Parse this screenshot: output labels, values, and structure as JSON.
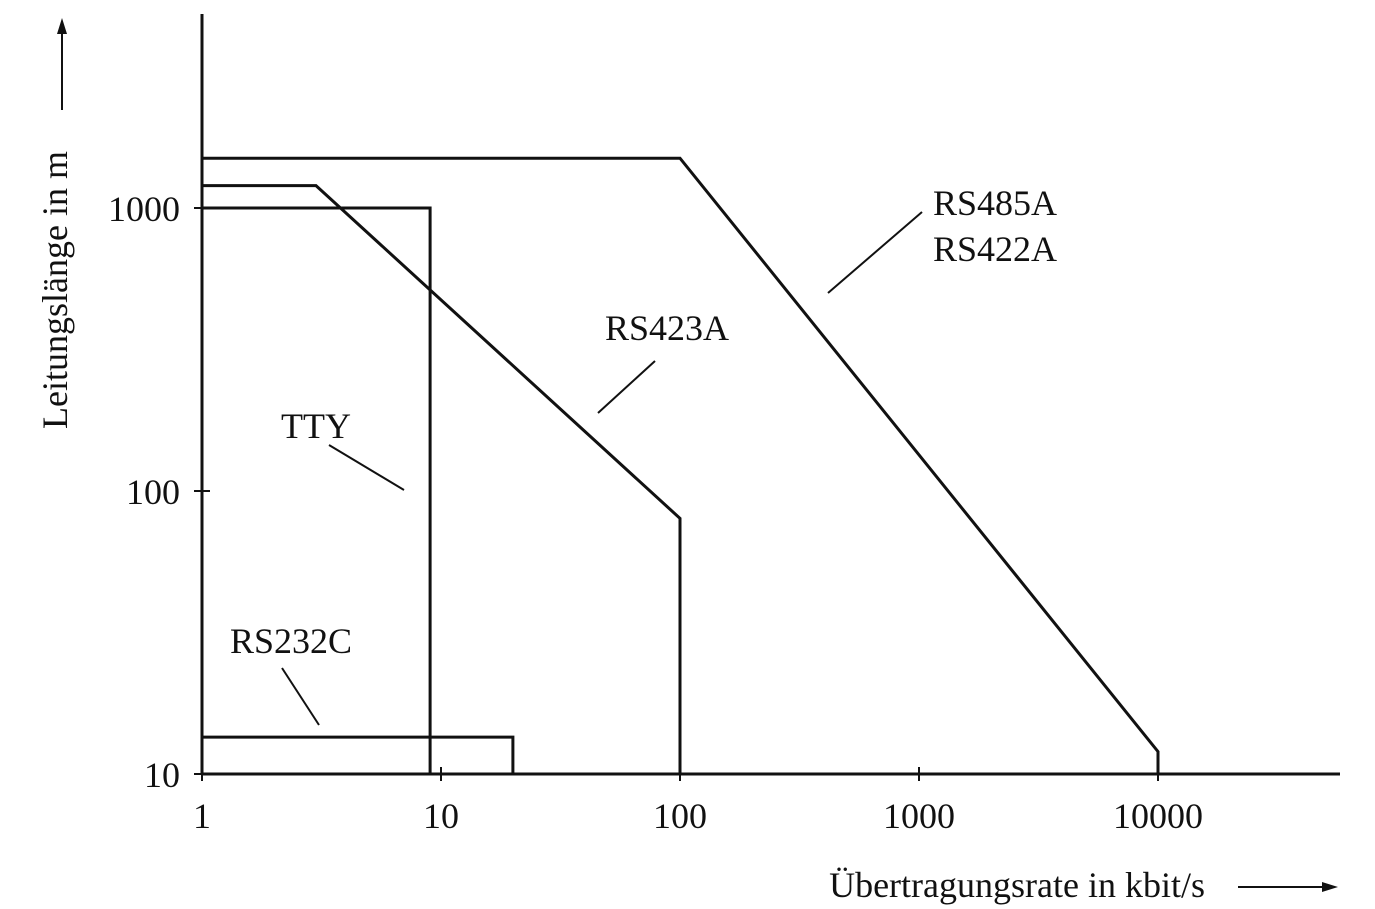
{
  "chart_data": {
    "type": "line",
    "xscale": "log",
    "yscale": "log",
    "xlabel": "Übertragungsrate in kbit/s",
    "ylabel": "Leitungslänge in m",
    "xticks": [
      {
        "value": 1,
        "label": "1"
      },
      {
        "value": 10,
        "label": "10"
      },
      {
        "value": 100,
        "label": "100"
      },
      {
        "value": 1000,
        "label": "1000"
      },
      {
        "value": 10000,
        "label": "10000"
      }
    ],
    "yticks": [
      {
        "value": 10,
        "label": "10"
      },
      {
        "value": 100,
        "label": "100"
      },
      {
        "value": 1000,
        "label": "1000"
      }
    ],
    "xlim": [
      1,
      50000
    ],
    "ylim": [
      10,
      6000
    ],
    "grid": false,
    "series": [
      {
        "name": "RS485A RS422A",
        "label_lines": [
          "RS485A",
          "RS422A"
        ],
        "points": [
          [
            1,
            1500
          ],
          [
            100,
            1500
          ],
          [
            10000,
            12
          ],
          [
            10000,
            10
          ]
        ]
      },
      {
        "name": "RS423A",
        "label_lines": [
          "RS423A"
        ],
        "points": [
          [
            1,
            1200
          ],
          [
            3,
            1200
          ],
          [
            100,
            80
          ],
          [
            100,
            10
          ]
        ]
      },
      {
        "name": "TTY",
        "label_lines": [
          "TTY"
        ],
        "points": [
          [
            1,
            1000
          ],
          [
            9,
            1000
          ],
          [
            9,
            10
          ]
        ]
      },
      {
        "name": "RS232C",
        "label_lines": [
          "RS232C"
        ],
        "points": [
          [
            1,
            13.5
          ],
          [
            20,
            13.5
          ],
          [
            20,
            10
          ]
        ]
      }
    ]
  }
}
